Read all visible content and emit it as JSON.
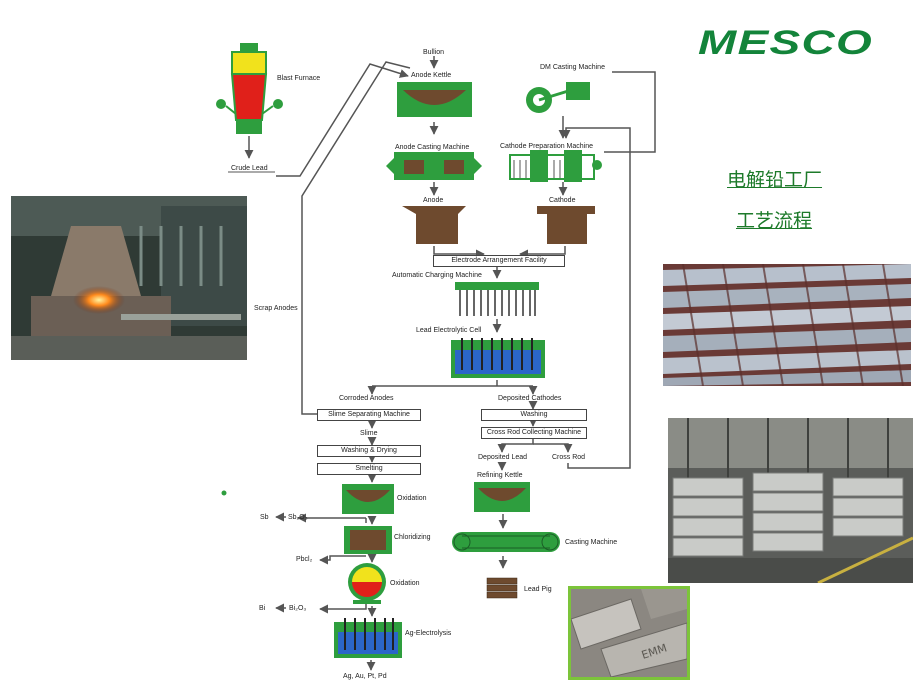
{
  "logo": {
    "text": "MESCO",
    "color": "#13843a"
  },
  "title": {
    "line1": "电解铅工厂",
    "line2": "工艺流程",
    "color": "#1d7a2a"
  },
  "diagram": {
    "bullion": "Bullion",
    "blast_furnace": "Blast Furnace",
    "crude_lead": "Crude Lead",
    "anode_kettle": "Anode Kettle",
    "dm_casting_machine": "DM Casting Machine",
    "anode_casting_machine": "Anode Casting Machine",
    "cathode_preparation_machine": "Cathode Preparation Machine",
    "anode": "Anode",
    "cathode": "Cathode",
    "electrode_arrangement_facility": "Electrode Arrangement Facility",
    "automatic_charging_machine": "Automatic Charging Machine",
    "scrap_anodes": "Scrap Anodes",
    "lead_electrolytic_cell": "Lead Electrolytic Cell",
    "corroded_anodes": "Corroded Anodes",
    "deposited_cathodes": "Deposited Cathodes",
    "slime_separating_machine": "Slime Separating Machine",
    "washing": "Washing",
    "cross_rod_collecting_machine": "Cross Rod Collecting Machine",
    "slime": "Slime",
    "deposited_lead": "Deposited Lead",
    "cross_rod": "Cross Rod",
    "washing_drying": "Washing & Drying",
    "refining_kettle": "Refining Kettle",
    "smelting": "Smelting",
    "oxidation_1": "Oxidation",
    "sb": "Sb",
    "sb2o3": "Sb₂O₃",
    "chloridizing": "Chloridizing",
    "casting_machine": "Casting Machine",
    "pbcl2": "Pbcl₂",
    "oxidation_2": "Oxidation",
    "lead_pig": "Lead Pig",
    "bi": "Bi",
    "bi2o3": "Bi₂O₃",
    "ag_electrolysis": "Ag-Electrolysis",
    "precious_metals": "Ag,  Au,  Pt,  Pd"
  },
  "colors": {
    "equipment_green": "#2e9e3e",
    "molten_red": "#e0201a",
    "furnace_yellow": "#f1e21c",
    "electrolyte_blue": "#2b66c8",
    "brown": "#6e4a2e",
    "flow_line": "#555555"
  },
  "photos": [
    {
      "name": "furnace-photo",
      "subject": "smelting furnace"
    },
    {
      "name": "cathode-sheets-photo",
      "subject": "stacked lead sheets"
    },
    {
      "name": "lead-ingots-photo",
      "subject": "stacked lead ingots"
    },
    {
      "name": "lead-pig-closeup-photo",
      "subject": "stamped lead pigs"
    }
  ]
}
